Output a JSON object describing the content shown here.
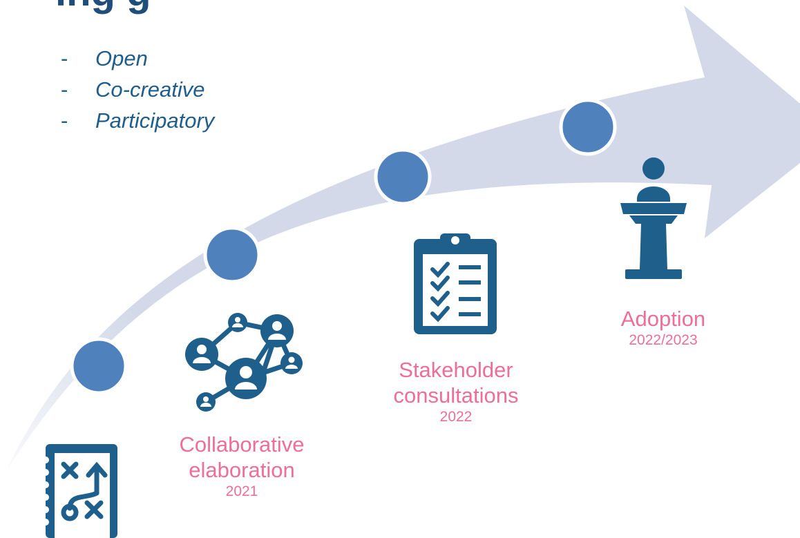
{
  "heading": "ing g",
  "bullets": [
    "Open",
    "Co-creative",
    "Participatory"
  ],
  "milestones": [
    {
      "label_lines": [
        "Collaborative",
        "elaboration"
      ],
      "year": "2021",
      "icon": "network-people-icon"
    },
    {
      "label_lines": [
        "Stakeholder",
        "consultations"
      ],
      "year": "2022",
      "icon": "clipboard-checklist-icon"
    },
    {
      "label_lines": [
        "Adoption"
      ],
      "year": "2022/2023",
      "icon": "podium-speaker-icon"
    }
  ],
  "first_step_icon": "strategy-plan-icon",
  "colors": {
    "arrow": "#d3d9e8",
    "dot": "#4f81bd",
    "icon": "#1f5f8b",
    "milestone_text": "#ee6e9a",
    "bullet_text": "#1f5d8c",
    "heading_text": "#1f4e79"
  }
}
